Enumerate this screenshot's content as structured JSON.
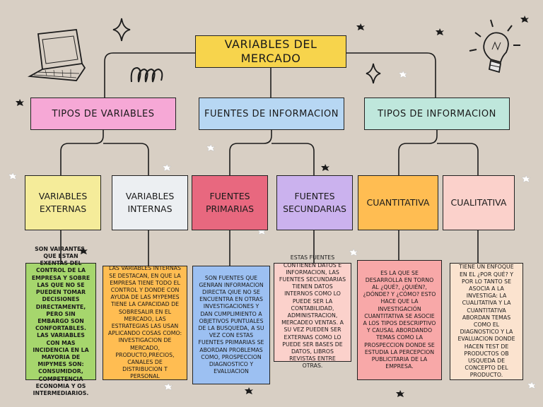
{
  "title": "VARIABLES DEL MERCADO",
  "categories": [
    {
      "label": "TIPOS DE VARIABLES",
      "color": "#f6a8d6"
    },
    {
      "label": "FUENTES DE INFORMACION",
      "color": "#b7d7f3"
    },
    {
      "label": "TIPOS DE INFORMACION",
      "color": "#bfe7dc"
    }
  ],
  "subcategories": [
    {
      "label": "VARIABLES EXTERNAS",
      "color": "#f5ec9a"
    },
    {
      "label": "VARIABLES INTERNAS",
      "color": "#eceff2"
    },
    {
      "label": "FUENTES PRIMARIAS",
      "color": "#e8687f"
    },
    {
      "label": "FUENTES SECUNDARIAS",
      "color": "#cbb2ee"
    },
    {
      "label": "CUANTITATIVA",
      "color": "#ffbd52"
    },
    {
      "label": "CUALITATIVA",
      "color": "#fbd1cb"
    }
  ],
  "descriptions": [
    {
      "text": "SON VAIRANTES, QUE ESTAN EXENTAS DEL CONTROL DE LA EMPRESA Y SOBRE LAS QUE NO SE PUEDEN TOMAR DECISIONES DIRECTAMENTE, PERO SIN EMBARGO SON CONFORTABLES. LAS VARIABLES CON MAS INCIDENCIA EN LA MAYORIA DE MIPYMES SON: CONSUMIDOR, COMPETENCIA ECONOMIA Y OS INTERMEDIARIOS.",
      "color": "#a6d66d"
    },
    {
      "text": "LAS VARIABLES INTERNAS SE DESTACAN, EN QUE LA EMPRESA TIENE TODO EL CONTROL Y DONDE CON AYUDA DE LAS MYPEMES TIENE LA CAPACIDAD DE SOBRESALIR EN EL MERCADO, LAS ESTRATEGIAS LAS USAN APLICANDO COSAS COMO: INVESTIGACION DE MERCADO, PRODUCTO,PRECIOS, CANALES DE DISTRIBUCION T PERSONAL",
      "color": "#ffbd52"
    },
    {
      "text": "SON FUENTES QUE GENRAN INFORMACION DIRECTA QIUE NO SE ENCUENTRA EN OTRAS INVESTIGACIONES Y DAN CUMPLIMIENTO A OBJETIVOS PUNTUALES DE LA BUSQUEDA, A SU VEZ CON ESTAS FUENTES PRIMARIAS SE ABORDAN PROBLEMAS COMO, PROSPECCION DIAGNOSTICO Y EVALUACION",
      "color": "#9cc0f2"
    },
    {
      "text": "ESTAS FUENTES CONTIENEN DATOS E INFORMACION, LAS FUENTES SECUNDARIAS TIENEN DATOS INTERNOS COMO LO PUEDE SER LA CONTABILIDAD, ADMINISTRACION, MERCADEO VENTAS. A SU VEZ PUEDEN SER EXTERNAS COMO LO PUEDE SER BASES DE DATOS, LIBROS REVISTAS ENTRE OTRAS.",
      "color": "#fbd1cb"
    },
    {
      "text": "ES LA QUE SE DESARROLLA EN TORNO AL ¿QUÉ?, ¿QUIÉN?, ¿DÓNDE? Y ¿CÓMO? ESTO HACE QUE LA INVESTIGACIÓN CUANTITATIVA SE ASOCIE A LOS TIPOS DESCRIPTIVO Y CAUSAL ABORDANDO TEMAS COMO LA PROSPECCION DONDE SE ESTUDIA LA PERCEPCION PUBLICITARIA DE LA EMPRESA.",
      "color": "#f8a8a8"
    },
    {
      "text": "TIENE UN ENFOQUE EN EL ¿POR QUÉ? Y POR LO TANTO SE ASOCIA A LA INVESTIGA: LA CUALITATIVA Y LA CUANTITATIVA ABORDAN TEMAS COMO EL DIAGNOSTICO Y LA EVALUACION DONDE HACEN TEST DE PRODUCTOS OB USQUEDA DE CONCEPTO DEL PRODUCTO.",
      "color": "#fbe3cf"
    }
  ],
  "icons": [
    "laptop-icon",
    "lightbulb-icon",
    "sparkle-icon",
    "swirl-icon",
    "star-icon"
  ]
}
